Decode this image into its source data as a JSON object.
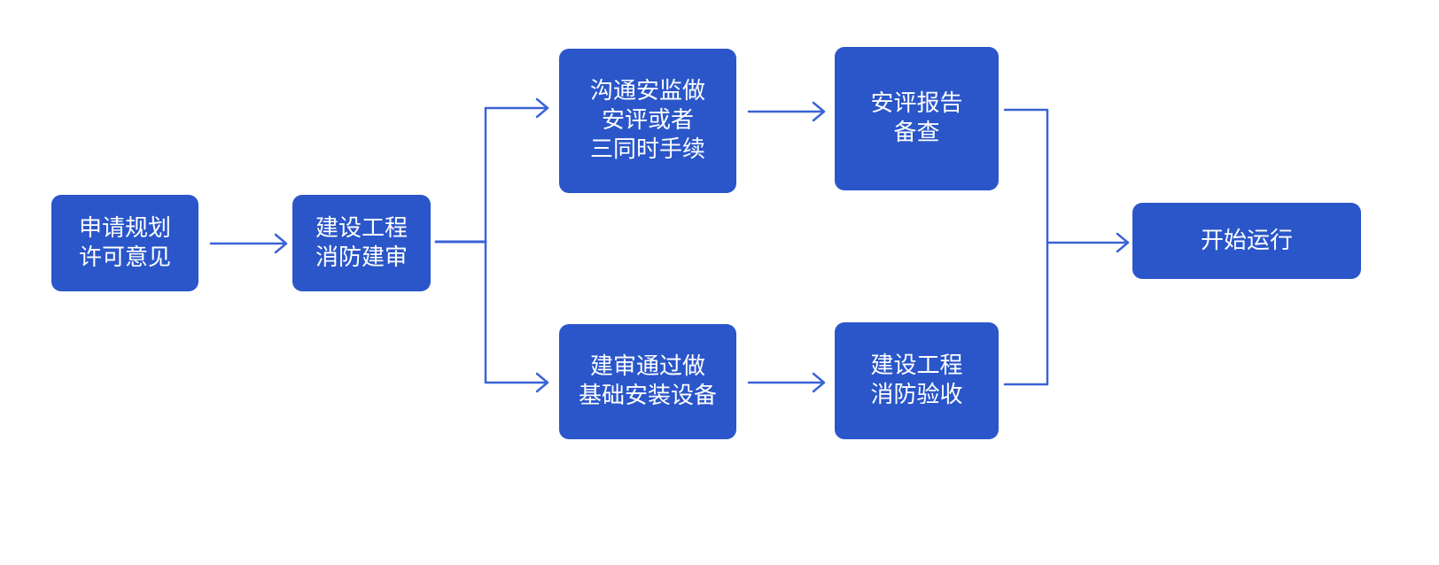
{
  "colors": {
    "node_fill": "#2a56c9",
    "node_text": "#ffffff",
    "connector": "#3a63d6",
    "background": "#ffffff"
  },
  "nodes": {
    "n1": {
      "lines": [
        "申请规划",
        "许可意见"
      ]
    },
    "n2": {
      "lines": [
        "建设工程",
        "消防建审"
      ]
    },
    "n3": {
      "lines": [
        "沟通安监做",
        "安评或者",
        "三同时手续"
      ]
    },
    "n4": {
      "lines": [
        "建审通过做",
        "基础安装设备"
      ]
    },
    "n5": {
      "lines": [
        "安评报告",
        "备查"
      ]
    },
    "n6": {
      "lines": [
        "建设工程",
        "消防验收"
      ]
    },
    "n7": {
      "lines": [
        "开始运行"
      ]
    }
  }
}
